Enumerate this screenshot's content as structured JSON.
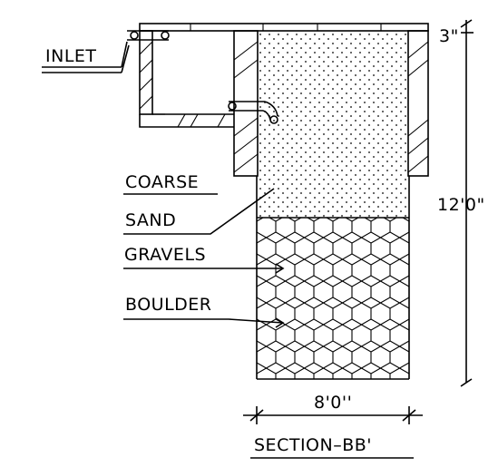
{
  "labels": {
    "inlet": "INLET",
    "coarse": "COARSE",
    "sand": "SAND",
    "gravels": "GRAVELS",
    "boulder": "BOULDER",
    "depth": "12'0\"",
    "top_dim": "3\"",
    "width": "8'0''",
    "title": "SECTION–BB'"
  },
  "colors": {
    "stroke": "#000000",
    "background": "#ffffff"
  }
}
